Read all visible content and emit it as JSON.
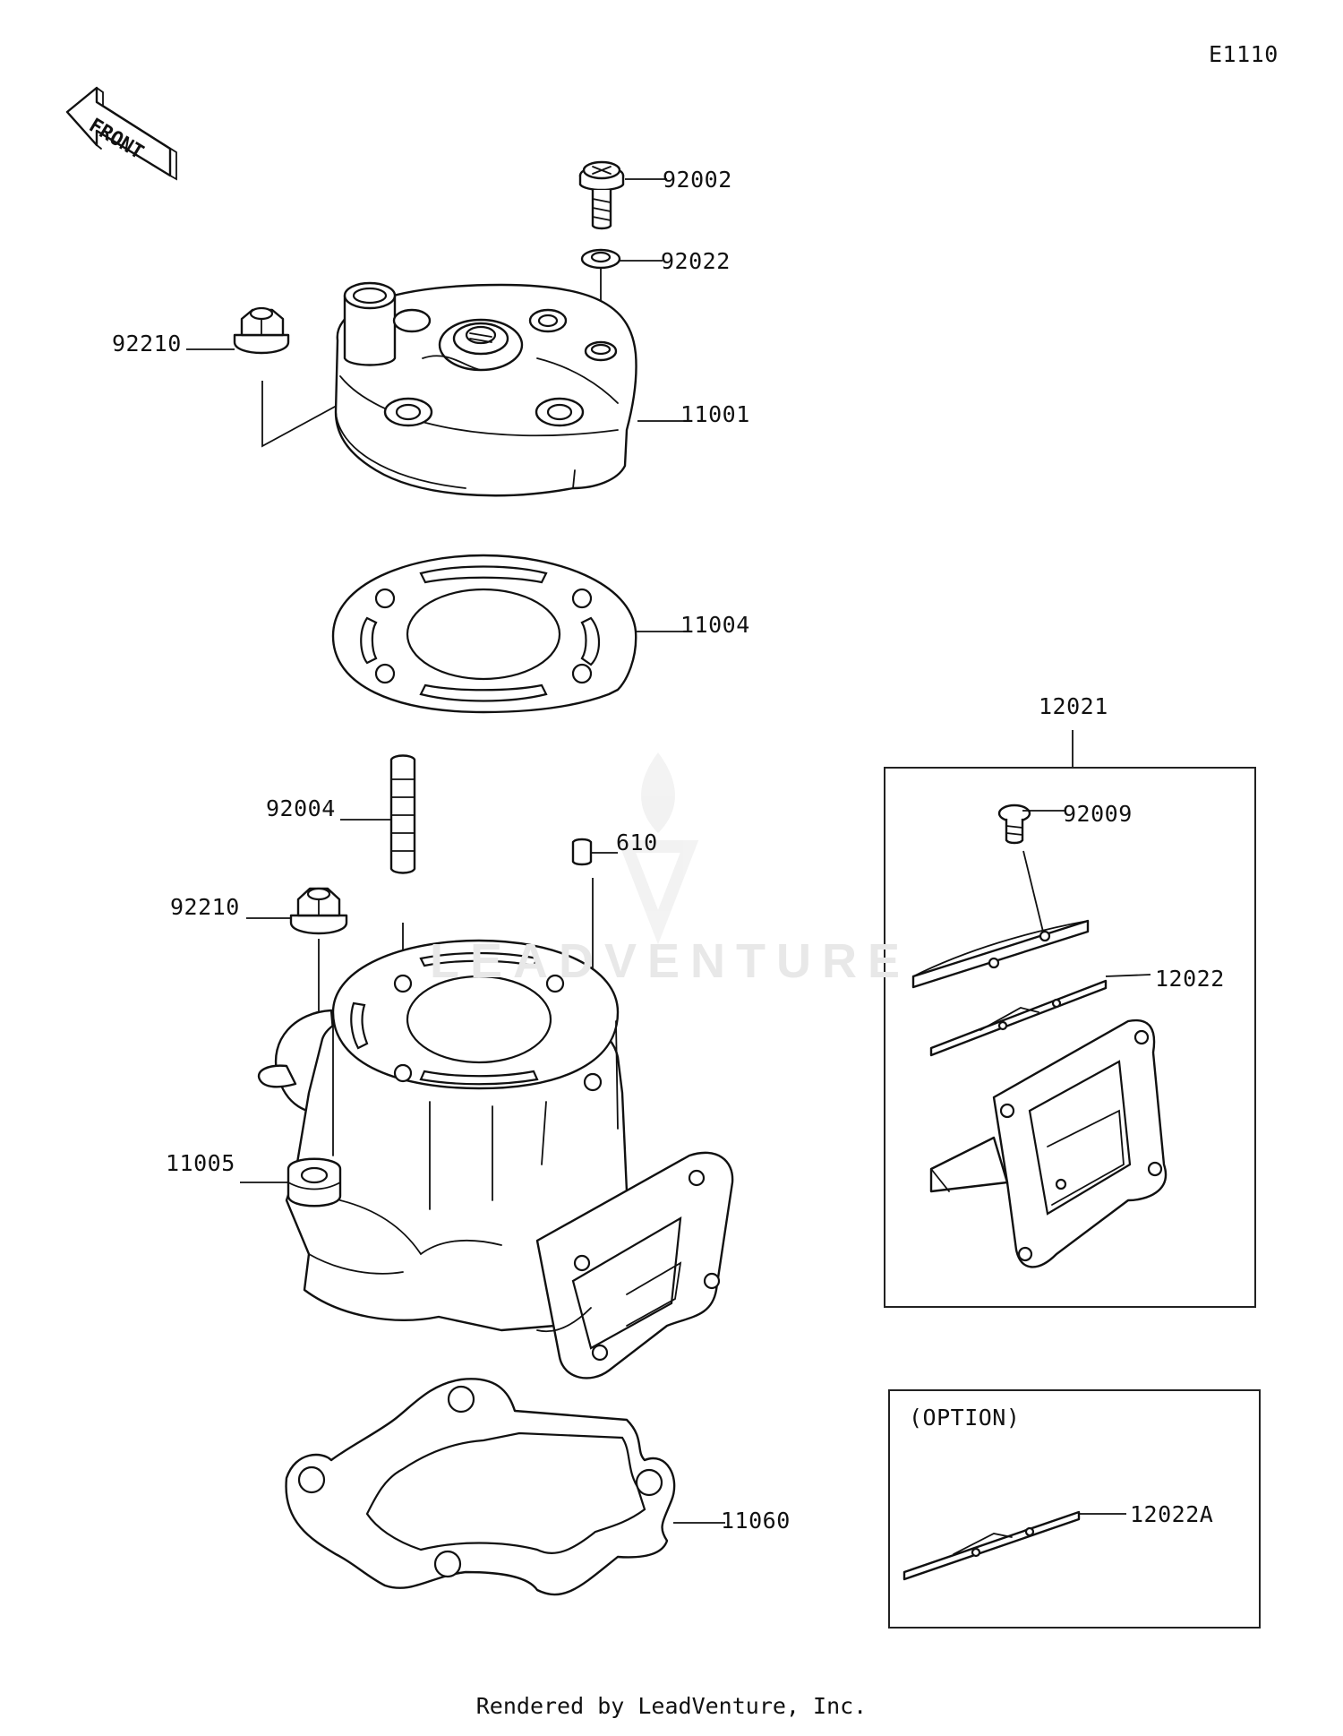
{
  "diagram_code": "E1110",
  "front_arrow": {
    "text": "FRONT",
    "icon": "front-arrow-icon"
  },
  "watermark": {
    "text": "LEADVENTURE",
    "icon": "leadventure-flame-logo-icon"
  },
  "callouts": {
    "p92002": "92002",
    "p92022": "92022",
    "p92210_top": "92210",
    "p11001": "11001",
    "p11004": "11004",
    "p92004": "92004",
    "p610": "610",
    "p92210_mid": "92210",
    "p11005": "11005",
    "p11060": "11060",
    "p12021": "12021",
    "p92009": "92009",
    "p12022": "12022",
    "p12022A": "12022A"
  },
  "option_box": {
    "label": "(OPTION)"
  },
  "footer": "Rendered by LeadVenture, Inc."
}
